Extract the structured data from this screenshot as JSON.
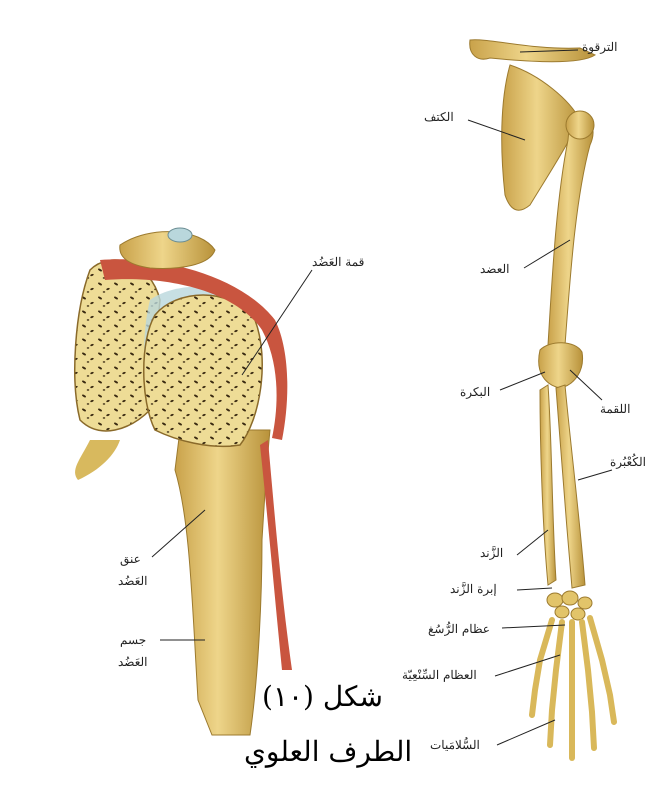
{
  "caption": {
    "figure_number": "شكل (١٠)",
    "title": "الطرف العلوي"
  },
  "skeleton_labels": {
    "clavicle": "الترقوة",
    "scapula": "الكتف",
    "humerus": "العضد",
    "trochlea": "البكرة",
    "capitulum": "اللقمة",
    "radius": "الكُعْبُرة",
    "ulna": "الزَّند",
    "ulnar_styloid": "إبرة الزَّند",
    "carpals": "عظام الرُّسُغ",
    "metacarpals": "العظام السِّنْعِيّة",
    "phalanges": "السُّلامَيات"
  },
  "section_labels": {
    "humeral_head": "قمة العَضُد",
    "neck_line1": "عنق",
    "neck_line2": "العَضُد",
    "shaft_line1": "جسم",
    "shaft_line2": "العَضُد"
  },
  "colors": {
    "bone": "#E2C46A",
    "bone_dark": "#B8923A",
    "cartilage": "#B9D7DC",
    "muscle": "#C9553F",
    "pore": "#3A2A12"
  }
}
